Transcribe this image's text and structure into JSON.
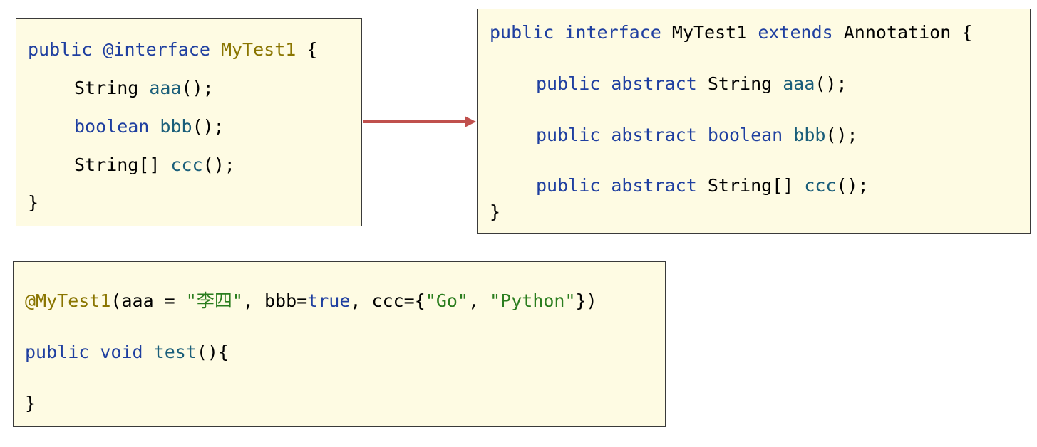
{
  "box1": {
    "line1": {
      "kw1": "public",
      "kw2": "@interface",
      "name": "MyTest1",
      "brace": "{"
    },
    "line2": {
      "type": "String",
      "method": "aaa",
      "rest": "();"
    },
    "line3": {
      "type": "boolean",
      "method": "bbb",
      "rest": "();"
    },
    "line4": {
      "type": "String[]",
      "method": "ccc",
      "rest": "();"
    },
    "line5": {
      "brace": "}"
    }
  },
  "box2": {
    "line1": {
      "kw1": "public",
      "kw2": "interface",
      "name": "MyTest1",
      "kw3": "extends",
      "parent": "Annotation",
      "brace": "{"
    },
    "line2": {
      "kw1": "public",
      "kw2": "abstract",
      "type": "String",
      "method": "aaa",
      "rest": "();"
    },
    "line3": {
      "kw1": "public",
      "kw2": "abstract",
      "type": "boolean",
      "method": "bbb",
      "rest": "();"
    },
    "line4": {
      "kw1": "public",
      "kw2": "abstract",
      "type": "String[]",
      "method": "ccc",
      "rest": "();"
    },
    "line5": {
      "brace": "}"
    }
  },
  "box3": {
    "line1": {
      "annotation": "@MyTest1",
      "p1": "(aaa = ",
      "s1": "\"李四\"",
      "p2": ", bbb=",
      "kwtrue": "true",
      "p3": ", ccc={",
      "s2": "\"Go\"",
      "p4": ", ",
      "s3": "\"Python\"",
      "p5": "})"
    },
    "line2": {
      "kw1": "public",
      "kw2": "void",
      "method": "test",
      "rest": "(){"
    },
    "line3": {
      "brace": "}"
    }
  },
  "colors": {
    "box_background": "#fefbe3",
    "keyword": "#1f3fa0",
    "annotation_name": "#8a7500",
    "method": "#1a5e7a",
    "string": "#2a7d1e",
    "arrow": "#c0504d"
  }
}
